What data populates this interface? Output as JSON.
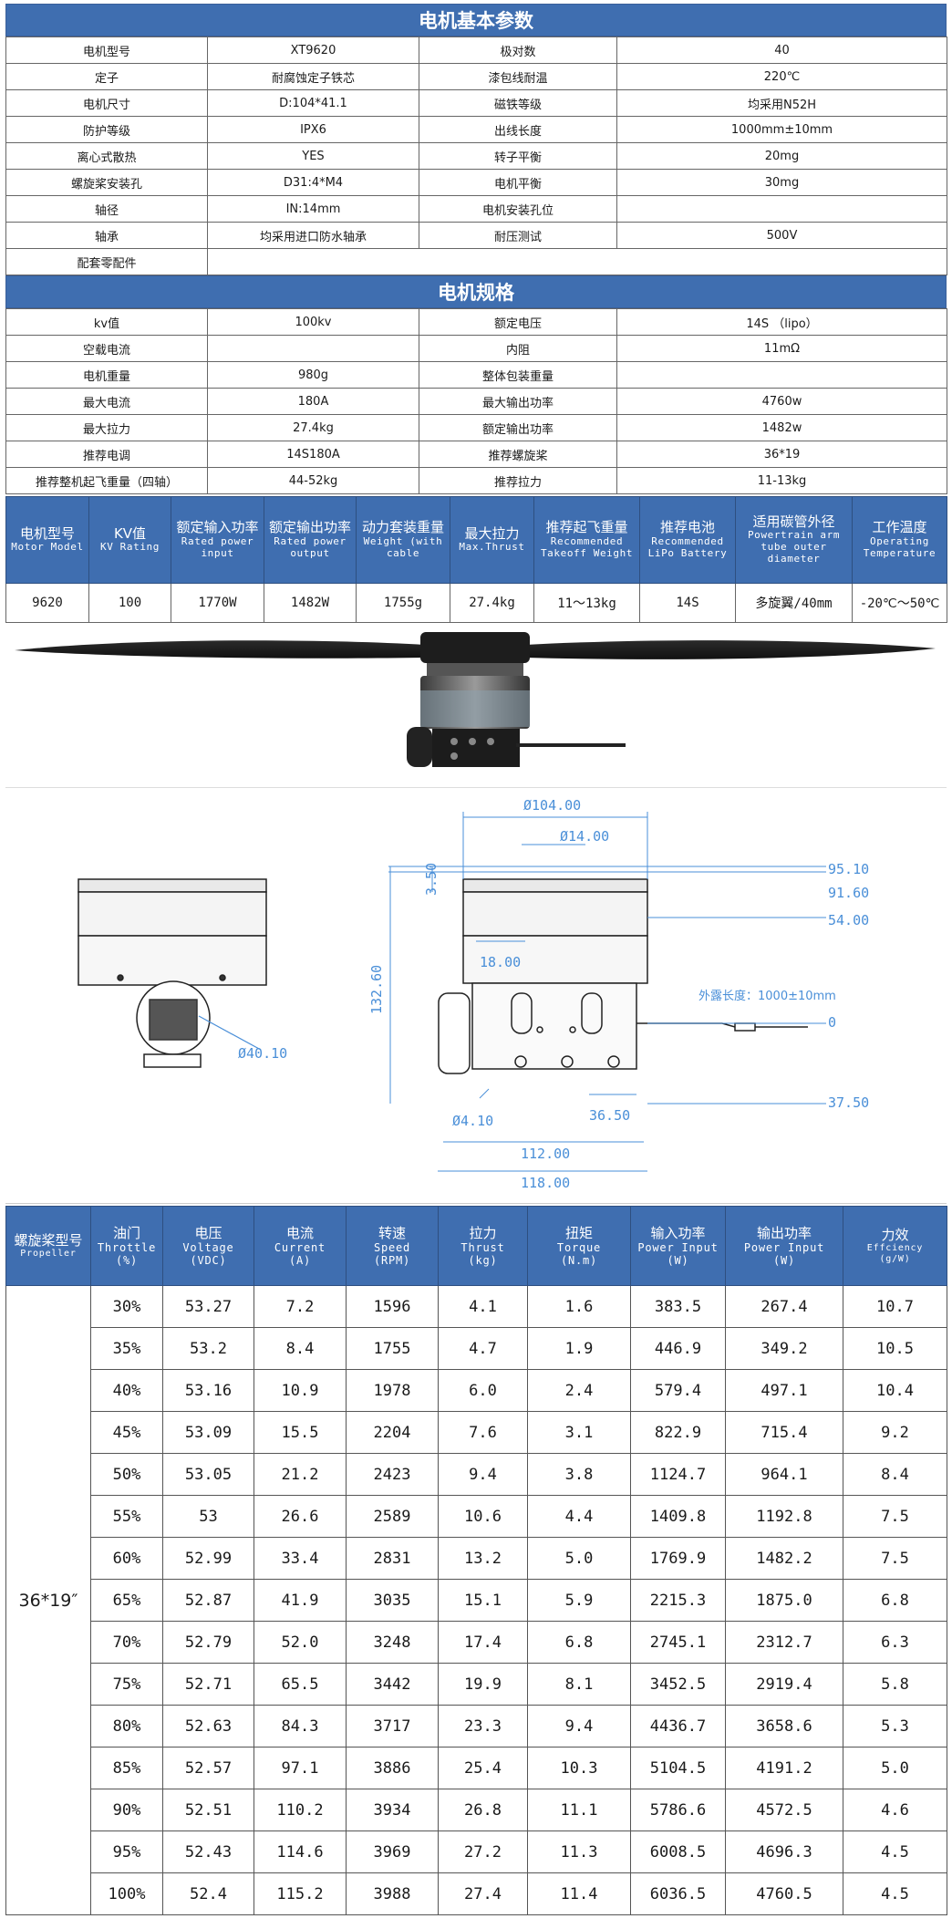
{
  "basic": {
    "title": "电机基本参数",
    "rows": [
      [
        "电机型号",
        "XT9620",
        "极对数",
        "40"
      ],
      [
        "定子",
        "耐腐蚀定子铁芯",
        "漆包线耐温",
        "220℃"
      ],
      [
        "电机尺寸",
        "D:104*41.1",
        "磁铁等级",
        "均采用N52H"
      ],
      [
        "防护等级",
        "IPX6",
        "出线长度",
        "1000mm±10mm"
      ],
      [
        "离心式散热",
        "YES",
        "转子平衡",
        "20mg"
      ],
      [
        "螺旋桨安装孔",
        "D31:4*M4",
        "电机平衡",
        "30mg"
      ],
      [
        "轴径",
        "IN:14mm",
        "电机安装孔位",
        ""
      ],
      [
        "轴承",
        "均采用进口防水轴承",
        "耐压测试",
        "500V"
      ]
    ],
    "accessories_label": "配套零配件",
    "accessories_value": ""
  },
  "specs": {
    "title": "电机规格",
    "rows": [
      [
        "kv值",
        "100kv",
        "额定电压",
        "14S （lipo）"
      ],
      [
        "空载电流",
        "",
        "内阻",
        "11mΩ"
      ],
      [
        "电机重量",
        "980g",
        "整体包装重量",
        ""
      ],
      [
        "最大电流",
        "180A",
        "最大输出功率",
        "4760w"
      ],
      [
        "最大拉力",
        "27.4kg",
        "额定输出功率",
        "1482w"
      ],
      [
        "推荐电调",
        "14S180A",
        "推荐螺旋桨",
        "36*19"
      ],
      [
        "推荐整机起飞重量（四轴）",
        "44-52kg",
        "推荐拉力",
        "11-13kg"
      ]
    ]
  },
  "summary": {
    "headers": [
      {
        "zh": "电机型号",
        "en": "Motor Model"
      },
      {
        "zh": "KV值",
        "en": "KV Rating"
      },
      {
        "zh": "额定输入功率",
        "en": "Rated power input"
      },
      {
        "zh": "额定输出功率",
        "en": "Rated power output"
      },
      {
        "zh": "动力套装重量",
        "en": "Weight (with cable"
      },
      {
        "zh": "最大拉力",
        "en": "Max.Thrust"
      },
      {
        "zh": "推荐起飞重量",
        "en": "Recommended Takeoff Weight"
      },
      {
        "zh": "推荐电池",
        "en": "Recommended LiPo Battery"
      },
      {
        "zh": "适用碳管外径",
        "en": "Powertrain arm tube outer diameter"
      },
      {
        "zh": "工作温度",
        "en": "Operating Temperature"
      }
    ],
    "row": [
      "9620",
      "100",
      "1770W",
      "1482W",
      "1755g",
      "27.4kg",
      "11～13kg",
      "14S",
      "多旋翼/40mm",
      "-20℃～50℃"
    ]
  },
  "drawing": {
    "dim_104": "Ø104.00",
    "dim_14": "Ø14.00",
    "dim_95": "95.10",
    "dim_91": "91.60",
    "dim_54": "54.00",
    "dim_0": "0",
    "dim_37": "37.50",
    "dim_3_50": "3.50",
    "dim_132": "132.60",
    "dim_18": "18.00",
    "dim_4_10": "Ø4.10",
    "dim_36": "36.50",
    "dim_112": "112.00",
    "dim_118": "118.00",
    "dim_40": "Ø40.10",
    "lead_note": "外露长度：1000±10mm"
  },
  "performance": {
    "headers": [
      {
        "zh": "螺旋桨型号",
        "en": "Propeller"
      },
      {
        "zh": "油门",
        "en": "Throttle",
        "unit": "(%)"
      },
      {
        "zh": "电压",
        "en": "Voltage",
        "unit": "(VDC)"
      },
      {
        "zh": "电流",
        "en": "Current",
        "unit": "(A)"
      },
      {
        "zh": "转速",
        "en": "Speed",
        "unit": "(RPM)"
      },
      {
        "zh": "拉力",
        "en": "Thrust",
        "unit": "(kg)"
      },
      {
        "zh": "扭矩",
        "en": "Torque",
        "unit": "(N.m)"
      },
      {
        "zh": "输入功率",
        "en": "Power Input",
        "unit": "(W)"
      },
      {
        "zh": "输出功率",
        "en": "Power Input",
        "unit": "(W)"
      },
      {
        "zh": "力效",
        "en": "Effciency",
        "unit": "(g/W)"
      }
    ],
    "propeller": "36*19″",
    "rows": [
      [
        "30%",
        "53.27",
        "7.2",
        "1596",
        "4.1",
        "1.6",
        "383.5",
        "267.4",
        "10.7"
      ],
      [
        "35%",
        "53.2",
        "8.4",
        "1755",
        "4.7",
        "1.9",
        "446.9",
        "349.2",
        "10.5"
      ],
      [
        "40%",
        "53.16",
        "10.9",
        "1978",
        "6.0",
        "2.4",
        "579.4",
        "497.1",
        "10.4"
      ],
      [
        "45%",
        "53.09",
        "15.5",
        "2204",
        "7.6",
        "3.1",
        "822.9",
        "715.4",
        "9.2"
      ],
      [
        "50%",
        "53.05",
        "21.2",
        "2423",
        "9.4",
        "3.8",
        "1124.7",
        "964.1",
        "8.4"
      ],
      [
        "55%",
        "53",
        "26.6",
        "2589",
        "10.6",
        "4.4",
        "1409.8",
        "1192.8",
        "7.5"
      ],
      [
        "60%",
        "52.99",
        "33.4",
        "2831",
        "13.2",
        "5.0",
        "1769.9",
        "1482.2",
        "7.5"
      ],
      [
        "65%",
        "52.87",
        "41.9",
        "3035",
        "15.1",
        "5.9",
        "2215.3",
        "1875.0",
        "6.8"
      ],
      [
        "70%",
        "52.79",
        "52.0",
        "3248",
        "17.4",
        "6.8",
        "2745.1",
        "2312.7",
        "6.3"
      ],
      [
        "75%",
        "52.71",
        "65.5",
        "3442",
        "19.9",
        "8.1",
        "3452.5",
        "2919.4",
        "5.8"
      ],
      [
        "80%",
        "52.63",
        "84.3",
        "3717",
        "23.3",
        "9.4",
        "4436.7",
        "3658.6",
        "5.3"
      ],
      [
        "85%",
        "52.57",
        "97.1",
        "3886",
        "25.4",
        "10.3",
        "5104.5",
        "4191.2",
        "5.0"
      ],
      [
        "90%",
        "52.51",
        "110.2",
        "3934",
        "26.8",
        "11.1",
        "5786.6",
        "4572.5",
        "4.6"
      ],
      [
        "95%",
        "52.43",
        "114.6",
        "3969",
        "27.2",
        "11.3",
        "6008.5",
        "4696.3",
        "4.5"
      ],
      [
        "100%",
        "52.4",
        "115.2",
        "3988",
        "27.4",
        "11.4",
        "6036.5",
        "4760.5",
        "4.5"
      ]
    ]
  }
}
